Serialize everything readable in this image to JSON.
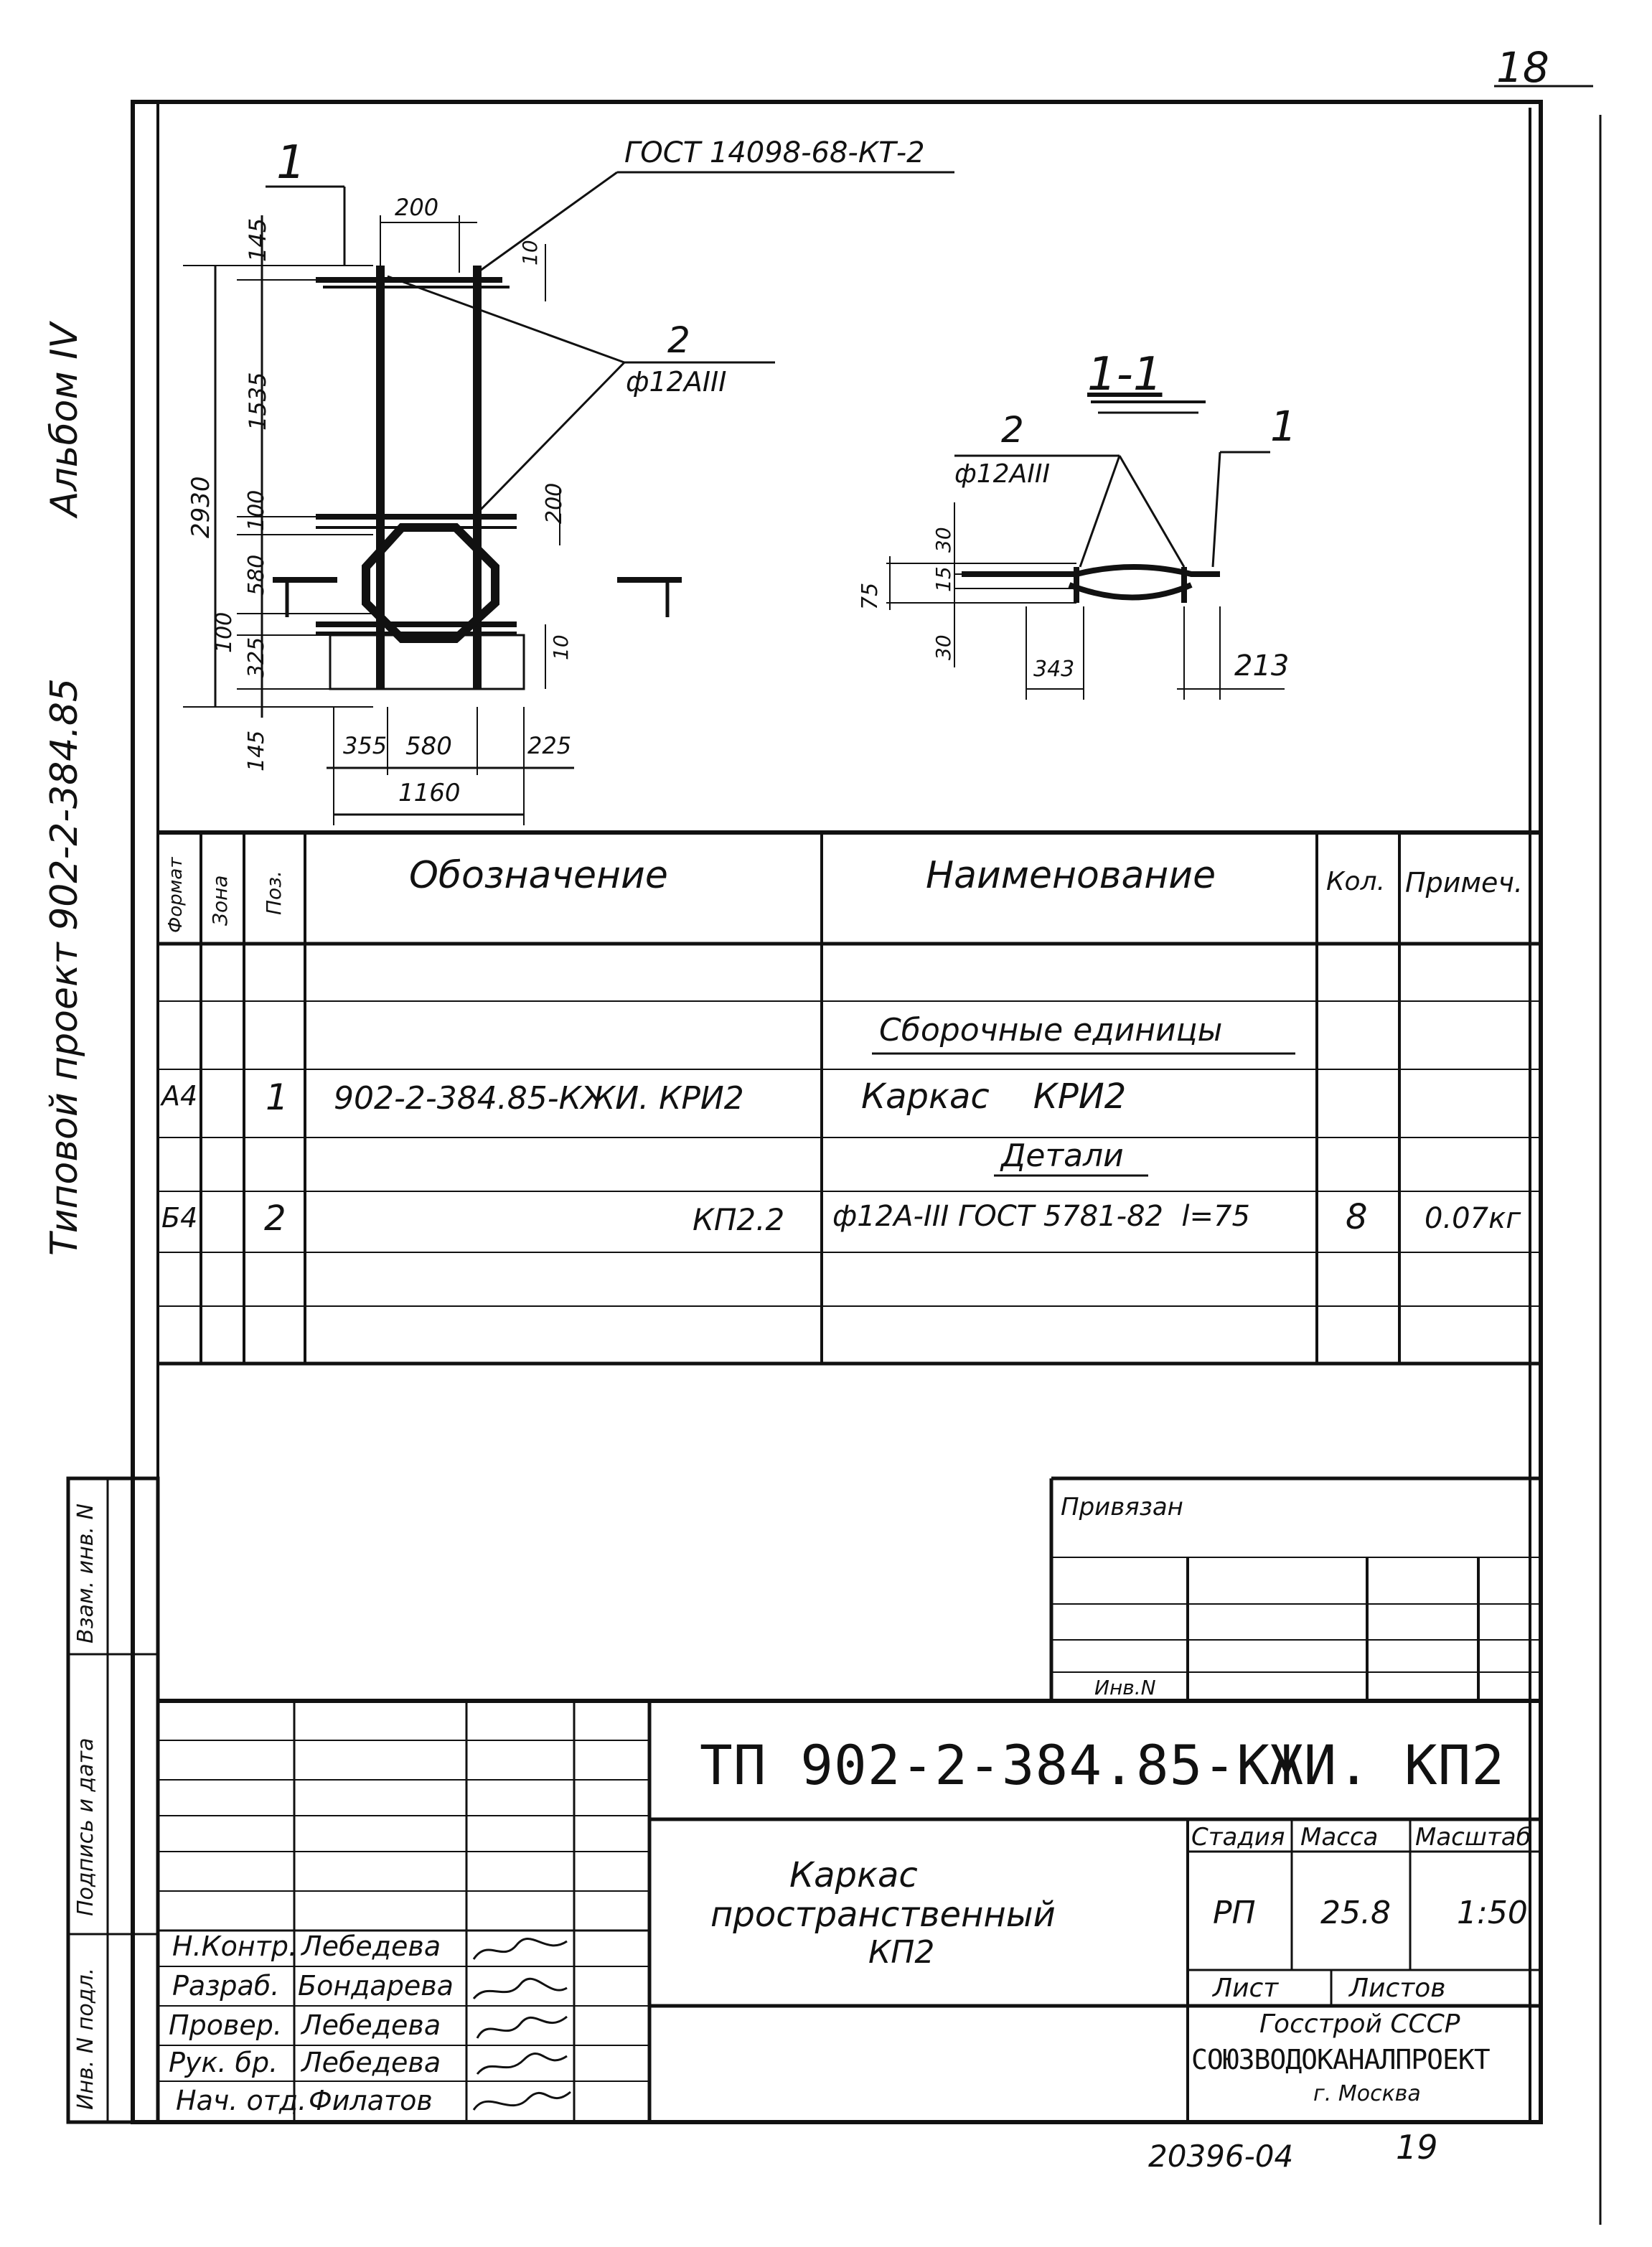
{
  "page_number": "18",
  "album": "Альбом IV",
  "project": "Типовой проект 902-2-384.85",
  "drawing": {
    "gost_callout": "ГОСТ 14098-68-КТ-2",
    "section_mark": "1",
    "pos2_label": "2",
    "pos2_bar": "ф12АIII",
    "dims": {
      "d200_top": "200",
      "d145_top": "145",
      "d10": "10",
      "d1535": "1535",
      "d2930": "2930",
      "d100_a": "100",
      "d580_v": "580",
      "d200_v": "200",
      "d100_b": "100",
      "d325": "325",
      "d10_b": "10",
      "d145_bot": "145",
      "d355": "355",
      "d580_h": "580",
      "d225": "225",
      "d1160": "1160"
    },
    "section_title": "1-1",
    "sec_pos2_label": "2",
    "sec_pos2_bar": "ф12АIII",
    "sec_pos1_label": "1",
    "sec_dims": {
      "d30a": "30",
      "d15": "15",
      "d75": "75",
      "d30b": "30",
      "d343": "343",
      "d213": "213"
    }
  },
  "spec_table": {
    "headers": [
      "Формат",
      "Зона",
      "Поз.",
      "Обозначение",
      "Наименование",
      "Кол.",
      "Примеч."
    ],
    "section1": "Сборочные единицы",
    "row1": {
      "format": "А4",
      "pos": "1",
      "designation": "902-2-384.85-КЖИ. КРИ2",
      "name": "Каркас    КРИ2"
    },
    "section2": "Детали",
    "row2": {
      "format": "Б4",
      "pos": "2",
      "designation": "КП2.2",
      "name": "ф12А-III ГОСТ 5781-82  l=75",
      "qty": "8",
      "note": "0.07кг"
    }
  },
  "side_stamp": [
    "Взам. инв. N",
    "Подпись и дата",
    "Инв. N подл."
  ],
  "binding": {
    "label": "Привязан",
    "inv": "Инв.N"
  },
  "title_block": {
    "code": "ТП 902-2-384.85-КЖИ. КП2",
    "title_line1": "Каркас",
    "title_line2": "пространственный",
    "title_line3": "КП2",
    "stage_label": "Стадия",
    "mass_label": "Масса",
    "scale_label": "Масштаб",
    "stage": "РП",
    "mass": "25.8",
    "scale": "1:50",
    "sheet_label": "Лист",
    "sheets_label": "Листов",
    "org1": "Госстрой СССР",
    "org2": "СОЮЗВОДОКАНАЛПРОЕКТ",
    "org3": "г. Москва",
    "roles": [
      {
        "role": "Н.Контр.",
        "name": "Лебедева"
      },
      {
        "role": "Разраб.",
        "name": "Бондарева"
      },
      {
        "role": "Провер.",
        "name": "Лебедева"
      },
      {
        "role": "Рук. бр.",
        "name": "Лебедева"
      },
      {
        "role": "Нач. отд.",
        "name": "Филатов"
      }
    ]
  },
  "bottom_number": "20396-04",
  "bottom_sheet": "19"
}
